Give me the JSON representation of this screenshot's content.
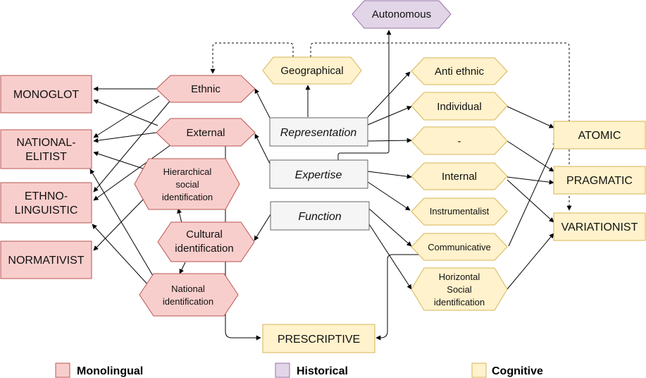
{
  "colors": {
    "monolingual_fill": "#f8cecc",
    "monolingual_stroke": "#b85450",
    "historical_fill": "#e1d5e7",
    "historical_stroke": "#9673a6",
    "cognitive_fill": "#fff2cc",
    "cognitive_stroke": "#d6b656",
    "neutral_fill": "#f5f5f5",
    "neutral_stroke": "#666666"
  },
  "left_boxes": {
    "monoglot": "MONOGLOT",
    "national_elitist": [
      "NATIONAL-",
      "ELITIST"
    ],
    "ethno_linguistic": [
      "ETHNO-",
      "LINGUISTIC"
    ],
    "normativist": "NORMATIVIST"
  },
  "monolingual_hexes": {
    "ethnic": "Ethnic",
    "external": "External",
    "hierarchical": [
      "Hierarchical",
      "social",
      "identification"
    ],
    "cultural": [
      "Cultural",
      "identification"
    ],
    "national": [
      "National",
      "identification"
    ]
  },
  "center": {
    "representation": "Representation",
    "expertise": "Expertise",
    "function": "Function"
  },
  "historical": {
    "autonomous": "Autonomous"
  },
  "cognitive_hexes": {
    "geographical": "Geographical",
    "anti_ethnic": "Anti ethnic",
    "individual": "Individual",
    "dash": "-",
    "internal": "Internal",
    "instrumentalist": "Instrumentalist",
    "communicative": "Communicative",
    "horizontal": [
      "Horizontal",
      "Social",
      "identification"
    ]
  },
  "right_boxes": {
    "atomic": "ATOMIC",
    "pragmatic": "PRAGMATIC",
    "variationist": "VARIATIONIST"
  },
  "prescriptive": "PRESCRIPTIVE",
  "legend": [
    {
      "label": "Monolingual",
      "color_key": "monolingual"
    },
    {
      "label": "Historical",
      "color_key": "historical"
    },
    {
      "label": "Cognitive",
      "color_key": "cognitive"
    }
  ]
}
